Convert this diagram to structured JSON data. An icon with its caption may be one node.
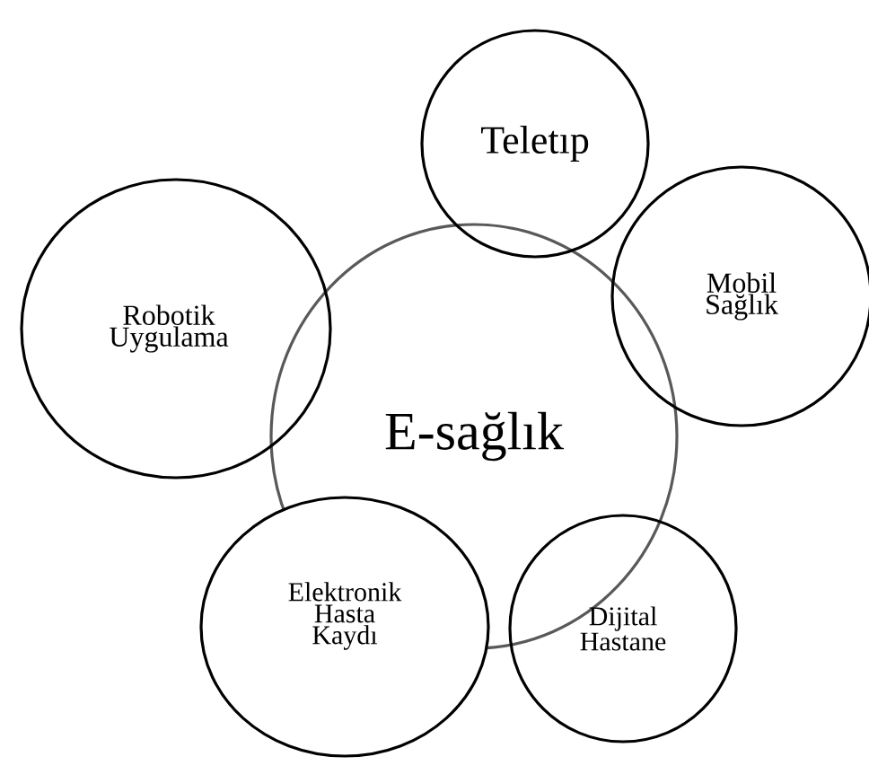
{
  "diagram": {
    "nodes": [
      {
        "text": [
          "E-sağlık"
        ]
      },
      {
        "text": [
          "Teletıp"
        ]
      },
      {
        "text": [
          "Mobil Sağlık"
        ]
      },
      {
        "text": [
          "Robotik Uygulama"
        ]
      },
      {
        "text": [
          "Elektronik Hasta Kaydı"
        ]
      },
      {
        "text": [
          "Dijital Hastane"
        ]
      }
    ]
  }
}
